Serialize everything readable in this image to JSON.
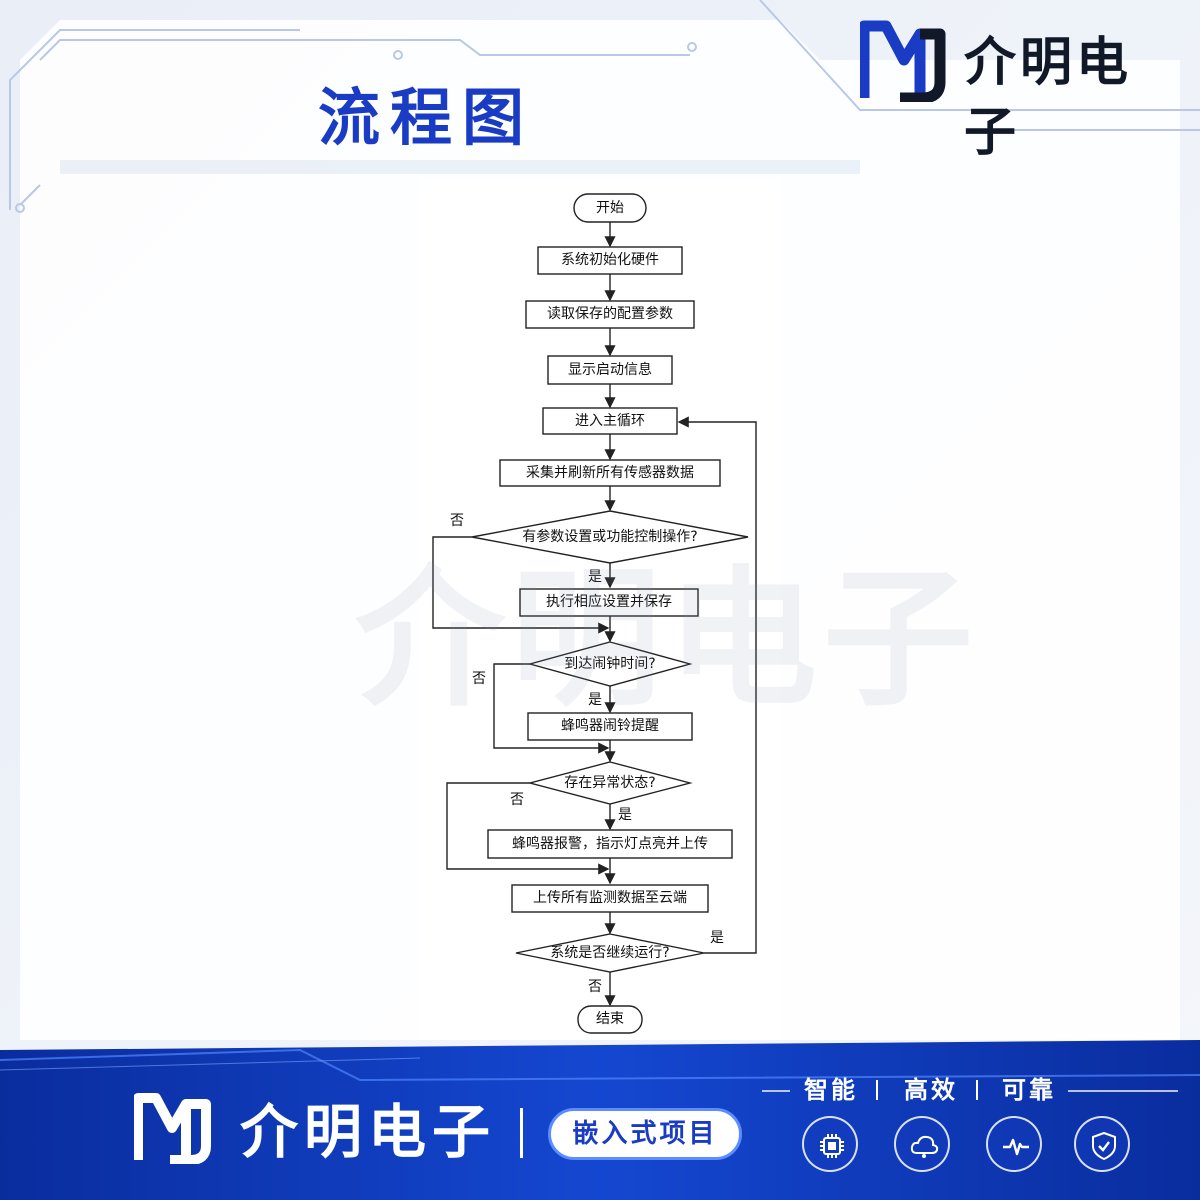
{
  "header": {
    "title": "流程图",
    "brand_name": "介明电子"
  },
  "watermark": "介明电子",
  "flowchart": {
    "nodes": {
      "start": "开始",
      "init_hw": "系统初始化硬件",
      "read_config": "读取保存的配置参数",
      "show_boot": "显示启动信息",
      "main_loop": "进入主循环",
      "collect": "采集并刷新所有传感器数据",
      "q_param": "有参数设置或功能控制操作?",
      "exec_save": "执行相应设置并保存",
      "q_alarm": "到达闹钟时间?",
      "buzzer_alarm": "蜂鸣器闹铃提醒",
      "q_abnormal": "存在异常状态?",
      "buzzer_warn": "蜂鸣器报警，指示灯点亮并上传",
      "upload": "上传所有监测数据至云端",
      "q_continue": "系统是否继续运行?",
      "end": "结束"
    },
    "edge_labels": {
      "q_param_no": "否",
      "q_param_yes": "是",
      "q_alarm_no": "否",
      "q_alarm_yes": "是",
      "q_abnormal_no": "否",
      "q_abnormal_yes": "是",
      "q_continue_yes": "是",
      "q_continue_no": "否"
    }
  },
  "footer": {
    "brand_name": "介明电子",
    "badge": "嵌入式项目",
    "taglines": [
      "智能",
      "高效",
      "可靠"
    ],
    "icons": [
      "chip-icon",
      "cloud-icon",
      "pulse-icon",
      "shield-check-icon"
    ]
  },
  "colors": {
    "accent_blue": "#1a3cc4",
    "footer_blue": "#0f3bb8",
    "diagram_stroke": "#222222"
  }
}
